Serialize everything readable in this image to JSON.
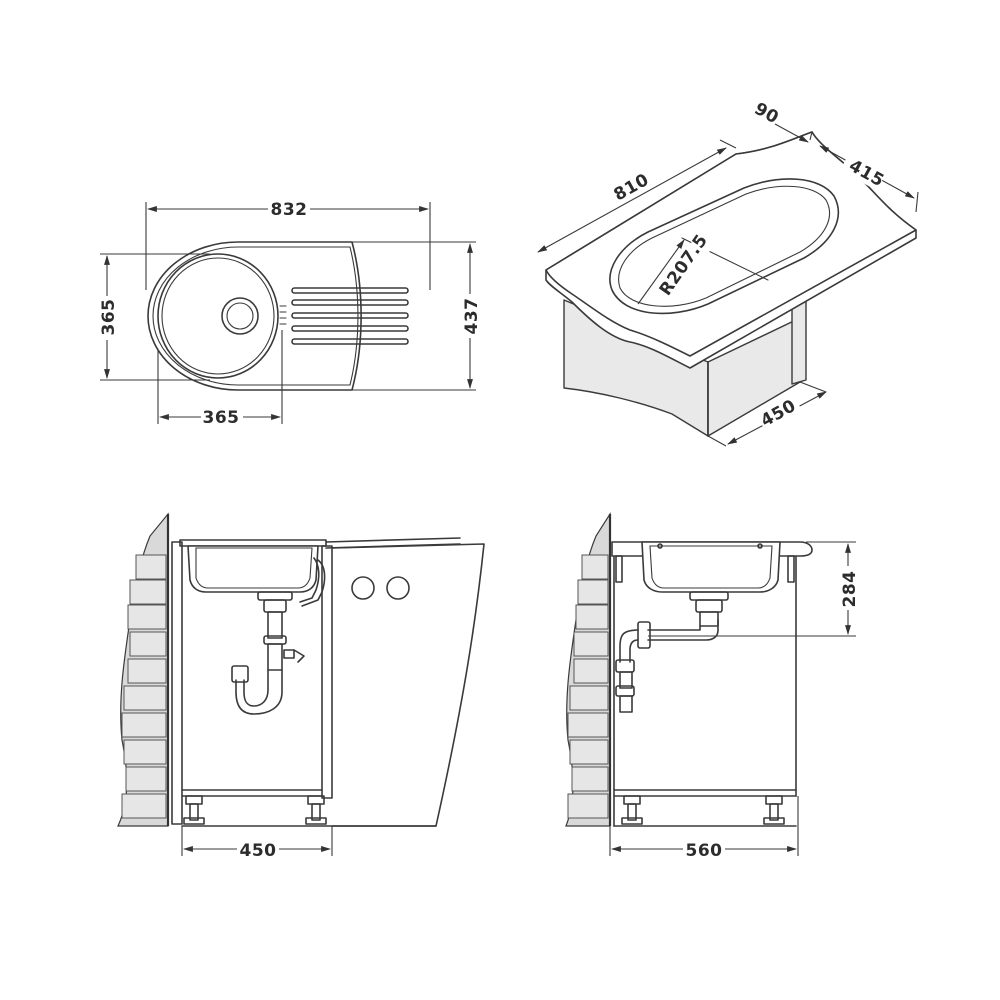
{
  "views": {
    "top": {
      "overall_length": "832",
      "bowl_width": "365",
      "overall_depth": "437",
      "bowl_length": "365"
    },
    "isometric": {
      "length": "810",
      "rim_offset": "90",
      "width": "415",
      "bowl_radius": "R207.5",
      "cabinet_depth": "450"
    },
    "front": {
      "cabinet_width": "450"
    },
    "side": {
      "cabinet_depth": "560",
      "drain_height": "284"
    }
  },
  "colors": {
    "line": "#3a3a3a",
    "fill": "#e9e9e9",
    "background": "#ffffff"
  }
}
